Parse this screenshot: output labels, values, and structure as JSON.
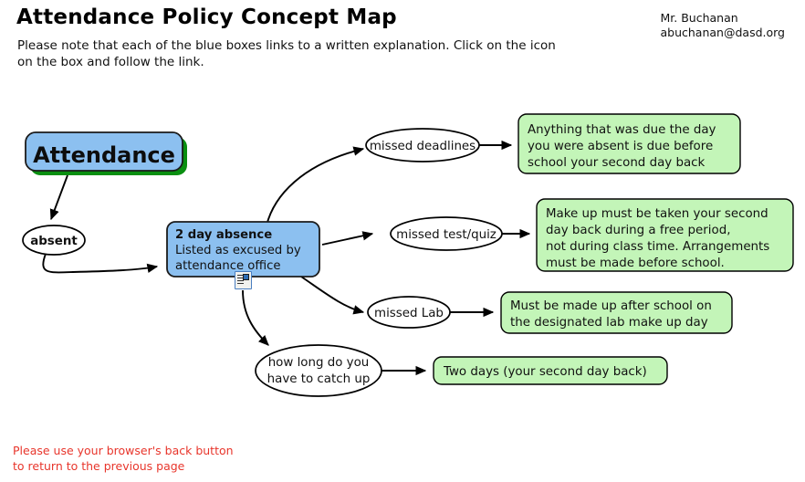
{
  "header": {
    "title": "Attendance Policy Concept Map",
    "subtitle_line1": "Please note that each of the blue boxes links to a written explanation. Click on the icon",
    "subtitle_line2": "on the box and follow the link.",
    "contact_name": "Mr. Buchanan",
    "contact_email": "abuchanan@dasd.org"
  },
  "footer": {
    "line1": "Please use your browser's back button",
    "line2": "to return to the previous page"
  },
  "colors": {
    "root_fill": "#8cc0f0",
    "root_shadow": "#0a8f11",
    "blue_fill": "#8cc0f0",
    "green_fill": "#c3f5b8",
    "ellipse_fill": "#ffffff",
    "edge_stroke": "#000000",
    "footer_text": "#e8352b"
  },
  "diagram": {
    "root": {
      "label": "Attendance",
      "shape": "rounded-rect",
      "fill": "blue",
      "shadow": true
    },
    "absent": {
      "label": "absent",
      "shape": "ellipse",
      "bold": true
    },
    "two_day_absence": {
      "title": "2 day absence",
      "line2": "Listed as excused by",
      "line3": "attendance office",
      "shape": "rounded-rect",
      "fill": "blue",
      "icon": "document-link-icon"
    },
    "branches": [
      {
        "label": "missed deadlines",
        "shape": "ellipse",
        "result": {
          "line1": "Anything that was due the day",
          "line2": "you were absent is due before",
          "line3": "school your second day back"
        }
      },
      {
        "label": "missed test/quiz",
        "shape": "ellipse",
        "result": {
          "line1": "Make up must be taken your second",
          "line2": "day back during a free period,",
          "line3": "not during class time. Arrangements",
          "line4": "must be made before school."
        }
      },
      {
        "label": "missed Lab",
        "shape": "ellipse",
        "result": {
          "line1": "Must be made up after school on",
          "line2": "the designated lab make up day"
        }
      },
      {
        "label_line1": "how long do you",
        "label_line2": "have to catch up",
        "shape": "ellipse",
        "result": {
          "line1": "Two days (your second day back)"
        }
      }
    ]
  }
}
